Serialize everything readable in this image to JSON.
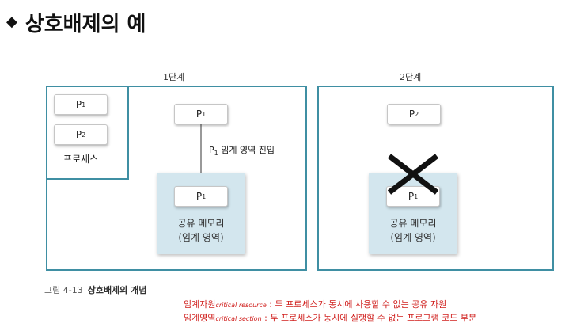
{
  "title": "상호배제의 예",
  "diagram": {
    "step1": {
      "label": "1단계",
      "processes": [
        "P",
        "P"
      ],
      "process_subs": [
        "1",
        "2"
      ],
      "process_group_label": "프로세스",
      "top_process": "P",
      "top_process_sub": "1",
      "arrow_label_p": "P",
      "arrow_label_sub": "1",
      "arrow_label_text": " 임계 영역 진입",
      "memory_process": "P",
      "memory_process_sub": "1",
      "memory_line1": "공유 메모리",
      "memory_line2": "(임계 영역)"
    },
    "step2": {
      "label": "2단계",
      "top_process": "P",
      "top_process_sub": "2",
      "memory_process": "P",
      "memory_process_sub": "1",
      "memory_line1": "공유 메모리",
      "memory_line2": "(임계 영역)"
    },
    "figure_caption_number": "그림 4-13",
    "figure_caption_title": "상호배제의 개념"
  },
  "notes": [
    {
      "term": "임계자원",
      "english": "critical resource",
      "text": " : 두 프로세스가 동시에 사용할 수 없는 공유 자원"
    },
    {
      "term": "임계영역",
      "english": "critical section",
      "text": " : 두 프로세스가 동시에 실행할 수 없는 프로그램 코드 부분"
    }
  ],
  "colors": {
    "frame": "#3f8fa3",
    "memory": "#d3e6ee",
    "note": "#d0201e"
  }
}
